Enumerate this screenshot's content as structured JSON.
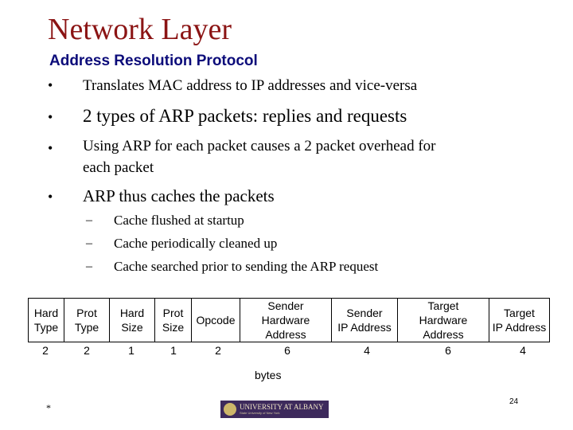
{
  "title": "Network Layer",
  "subtitle": "Address Resolution Protocol",
  "bullets": [
    {
      "glyph": "•",
      "text": "Translates MAC address to IP addresses and vice-versa"
    },
    {
      "glyph": "•",
      "text": "2 types of ARP packets: replies and requests"
    },
    {
      "glyph": "•",
      "line1": "Using ARP for each packet causes a 2 packet overhead for",
      "line2": "each packet"
    },
    {
      "glyph": "•",
      "text": "ARP thus caches the packets"
    }
  ],
  "subbullets": [
    {
      "glyph": "–",
      "text": "Cache flushed at startup"
    },
    {
      "glyph": "–",
      "text": "Cache periodically cleaned up"
    },
    {
      "glyph": "–",
      "text": "Cache searched prior to sending the ARP request"
    }
  ],
  "packet_table": {
    "fields": [
      {
        "line1": "Hard",
        "line2": "Type",
        "size": "2"
      },
      {
        "line1": "Prot",
        "line2": "Type",
        "size": "2"
      },
      {
        "line1": "Hard",
        "line2": "Size",
        "size": "1"
      },
      {
        "line1": "Prot",
        "line2": "Size",
        "size": "1"
      },
      {
        "line1": "Opcode",
        "line2": "",
        "size": "2"
      },
      {
        "line1": "Sender",
        "line2": "Hardware Address",
        "size": "6"
      },
      {
        "line1": "Sender",
        "line2": "IP Address",
        "size": "4"
      },
      {
        "line1": "Target",
        "line2": "Hardware Address",
        "size": "6"
      },
      {
        "line1": "Target",
        "line2": "IP Address",
        "size": "4"
      }
    ],
    "unit_label": "bytes"
  },
  "footer": {
    "page_number": "24",
    "marker": "*",
    "logo_text": "UNIVERSITY AT ALBANY",
    "logo_subtext": "State University of New York"
  }
}
